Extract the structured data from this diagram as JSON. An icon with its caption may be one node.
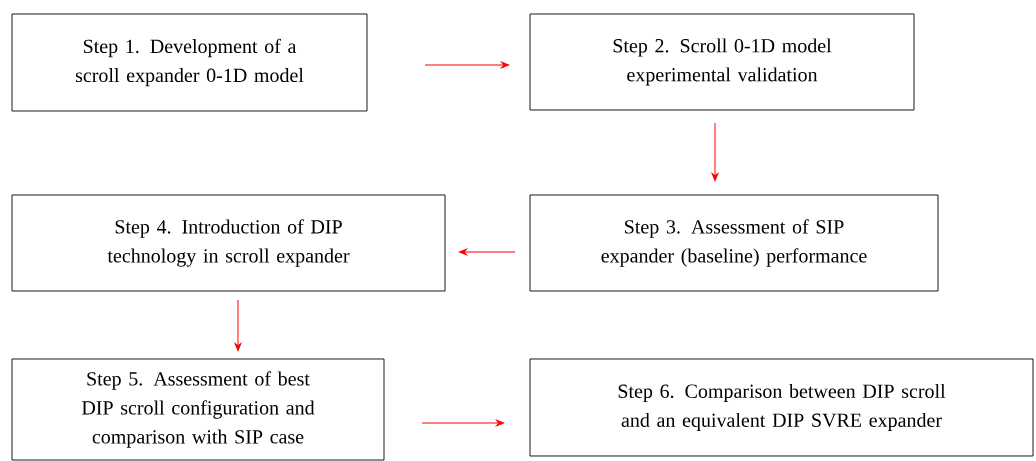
{
  "diagram": {
    "nodes": [
      {
        "text": [
          "Step 1. Development of a scroll expander 0-1D model"
        ]
      },
      {
        "text": [
          "Step 2. Scroll 0-1D model experimental validation"
        ]
      },
      {
        "text": [
          "Step 3. Assessment of SIP expander (baseline) performance"
        ]
      },
      {
        "text": [
          "Step 4. Introduction of DIP technology in scroll expander"
        ]
      },
      {
        "text": [
          "Step 5. Assessment of best DIP scroll configuration and comparison with SIP case"
        ]
      },
      {
        "text": [
          "Step 6. Comparison between DIP scroll and an equivalent DIP SVRE expander"
        ]
      }
    ],
    "edges": [
      {
        "from": 0,
        "to": 1,
        "arrow": "to"
      },
      {
        "from": 1,
        "to": 2,
        "arrow": "to"
      },
      {
        "from": 2,
        "to": 3,
        "arrow": "to"
      },
      {
        "from": 3,
        "to": 4,
        "arrow": "to"
      },
      {
        "from": 4,
        "to": 5,
        "arrow": "to"
      }
    ]
  }
}
